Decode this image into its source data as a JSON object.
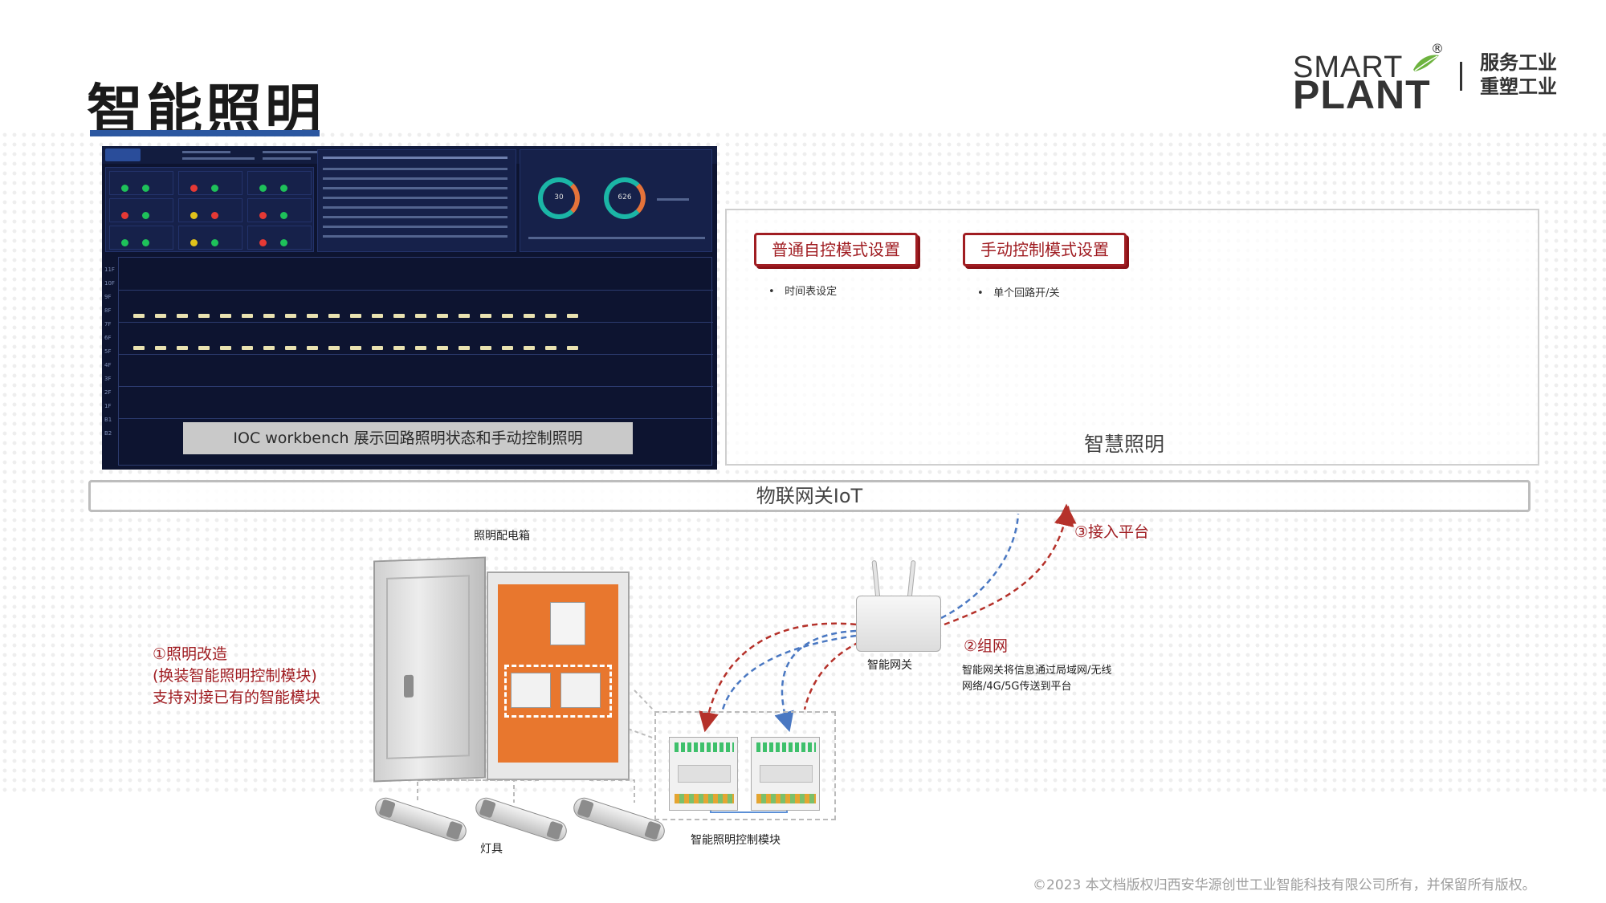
{
  "page": {
    "title": "智能照明",
    "footer": "©2023 本文档版权归西安华源创世工业智能科技有限公司所有，并保留所有版权。"
  },
  "logo": {
    "smart": "SMART",
    "plant": "PLANT",
    "registered": "®",
    "slogan_line1": "服务工业",
    "slogan_line2": "重塑工业"
  },
  "dashboard": {
    "caption": "IOC workbench 展示回路照明状态和手动控制照明",
    "gauge1_value": "30",
    "gauge2_value": "626",
    "floors": [
      "11F",
      "10F",
      "9F",
      "8F",
      "7F",
      "6F",
      "5F",
      "4F",
      "3F",
      "2F",
      "1F",
      "B1",
      "B2"
    ],
    "colors": {
      "background": "#0d1430",
      "panel": "#16214a",
      "status_green": "#1ec15a",
      "status_red": "#e53935",
      "status_yellow": "#e0c21b"
    }
  },
  "modes": {
    "auto_button": "普通自控模式设置",
    "auto_item": "时间表设定",
    "manual_button": "手动控制模式设置",
    "manual_item": "单个回路开/关",
    "panel_title": "智慧照明",
    "bullet": "•",
    "accent_color": "#a01d22"
  },
  "iot": {
    "label": "物联网关IoT"
  },
  "diagram": {
    "cabinet_label": "照明配电箱",
    "retrofit_line1": "①照明改造",
    "retrofit_line2": "(换装智能照明控制模块)",
    "retrofit_line3": "支持对接已有的智能模块",
    "lamps_label": "灯具",
    "control_module_label": "智能照明控制模块",
    "gateway_label": "智能网关",
    "network_title": "②组网",
    "network_desc1": "智能网关将信息通过局域网/无线",
    "network_desc2": "网络/4G/5G传送到平台",
    "platform_label": "③接入平台",
    "link_red": "#b5312a",
    "link_blue": "#4a78c2"
  }
}
